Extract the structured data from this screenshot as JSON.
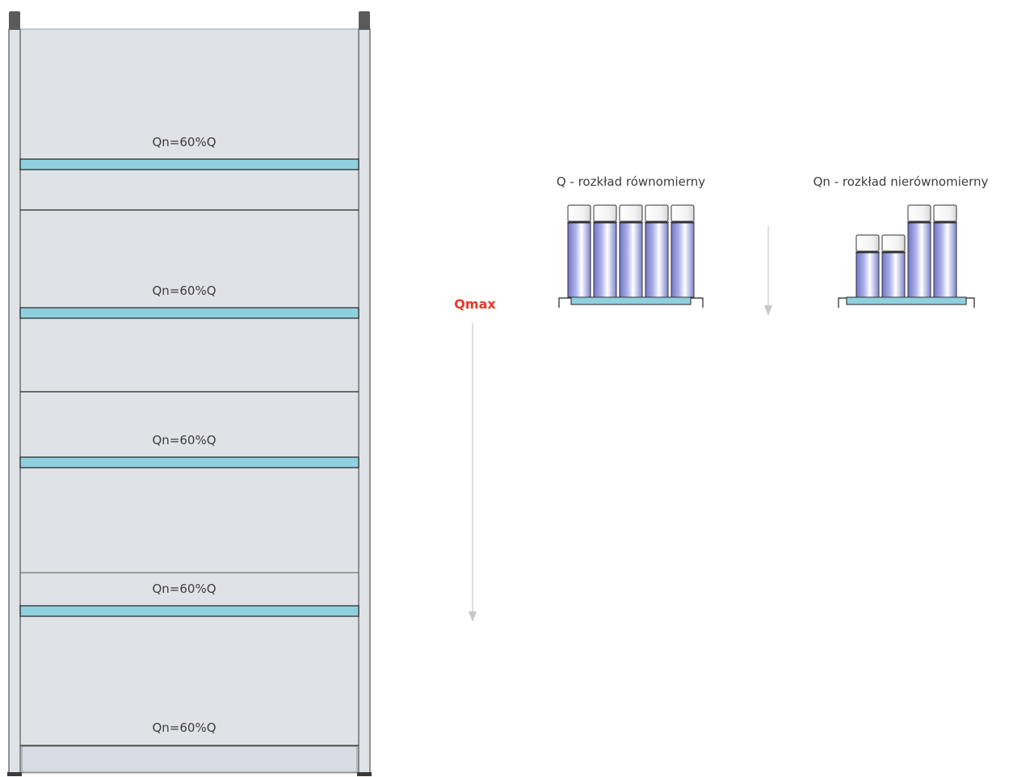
{
  "shelf_labels": [
    "Qn=60%Q",
    "Qn=60%Q",
    "Qn=60%Q",
    "Qn=60%Q",
    "Qn=60%Q"
  ],
  "qmax_label": "Qmax",
  "uniform": {
    "caption": "Q - rozkład równomierny",
    "container_heights": [
      "tall",
      "tall",
      "tall",
      "tall",
      "tall"
    ]
  },
  "nonuniform": {
    "caption": "Qn - rozkład nierównomierny",
    "container_heights": [
      "short",
      "short",
      "tall",
      "tall"
    ]
  },
  "colors": {
    "beam": "#8fd0de",
    "frame": "#dfe2e7",
    "upright_cap": "#5a5a5a",
    "qmax": "#e53a2a",
    "container": "#8a90d0"
  }
}
